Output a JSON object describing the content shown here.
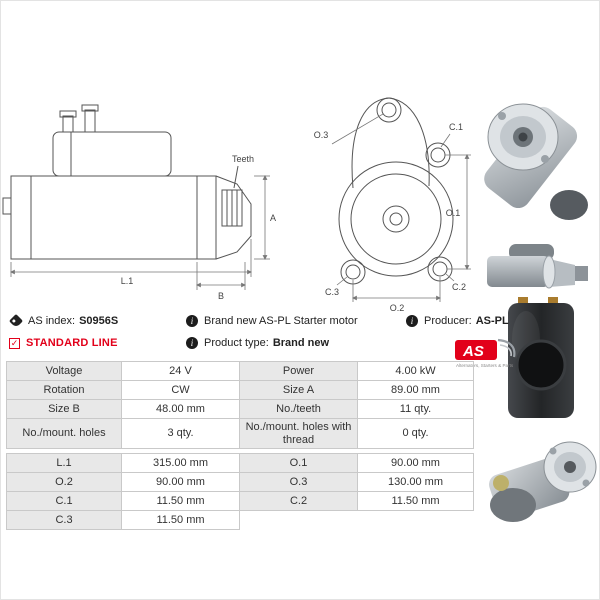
{
  "colors": {
    "accent_red": "#e2001a",
    "label_bg": "#e8e8e8",
    "table_border": "#c9c9c9",
    "drawing_line": "#555555"
  },
  "header": {
    "as_index_label": "AS index:",
    "as_index_value": "S0956S",
    "line_label": "STANDARD LINE",
    "description": "Brand new AS-PL Starter motor",
    "product_type_label": "Product type:",
    "product_type_value": "Brand new",
    "producer_label": "Producer:",
    "producer_value": "AS-PL",
    "logo": {
      "text": "AS",
      "tagline": "Alternators, Starters & Parts"
    }
  },
  "drawings": {
    "side_view": {
      "teeth_label": "Teeth",
      "dim_length": "L.1",
      "dim_b": "B",
      "dim_a": "A"
    },
    "front_view": {
      "dim_o1": "O.1",
      "dim_o2": "O.2",
      "dim_o3": "O.3",
      "dim_c1": "C.1",
      "dim_c2": "C.2",
      "dim_c3": "C.3"
    }
  },
  "photos": [
    {
      "name": "starter-front-angled-photo"
    },
    {
      "name": "starter-side-photo"
    },
    {
      "name": "solenoid-closeup-photo"
    },
    {
      "name": "starter-rear-angled-photo"
    }
  ],
  "spec_table": {
    "group1": [
      {
        "label": "Voltage",
        "value": "24 V",
        "label2": "Power",
        "value2": "4.00 kW"
      },
      {
        "label": "Rotation",
        "value": "CW",
        "label2": "Size A",
        "value2": "89.00 mm"
      },
      {
        "label": "Size B",
        "value": "48.00 mm",
        "label2": "No./teeth",
        "value2": "11 qty."
      },
      {
        "label": "No./mount. holes",
        "value": "3 qty.",
        "label2": "No./mount. holes with thread",
        "value2": "0 qty."
      }
    ],
    "group2": [
      {
        "label": "L.1",
        "value": "315.00 mm",
        "label2": "O.1",
        "value2": "90.00 mm"
      },
      {
        "label": "O.2",
        "value": "90.00 mm",
        "label2": "O.3",
        "value2": "130.00 mm"
      },
      {
        "label": "C.1",
        "value": "11.50 mm",
        "label2": "C.2",
        "value2": "11.50 mm"
      },
      {
        "label": "C.3",
        "value": "11.50 mm",
        "label2": "",
        "value2": ""
      }
    ]
  }
}
